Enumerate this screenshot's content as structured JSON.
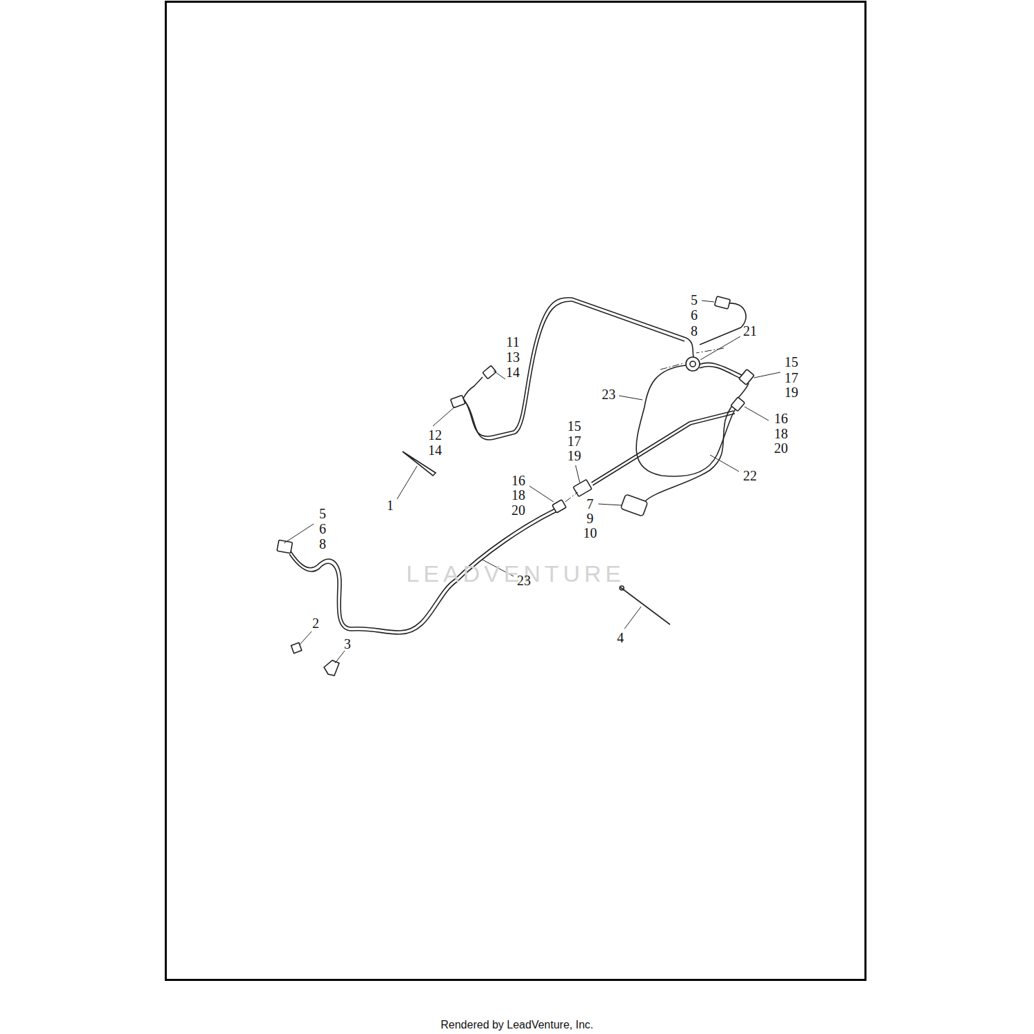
{
  "diagram": {
    "caption": "Rendered by LeadVenture, Inc.",
    "labels": [
      "5",
      "6",
      "8",
      "21",
      "11",
      "13",
      "14",
      "15",
      "17",
      "19",
      "23",
      "16",
      "18",
      "20",
      "12",
      "14",
      "15",
      "17",
      "19",
      "22",
      "16",
      "18",
      "20",
      "7",
      "9",
      "10",
      "1",
      "5",
      "6",
      "8",
      "LEADVENTURE",
      "23",
      "2",
      "3",
      "4"
    ]
  }
}
